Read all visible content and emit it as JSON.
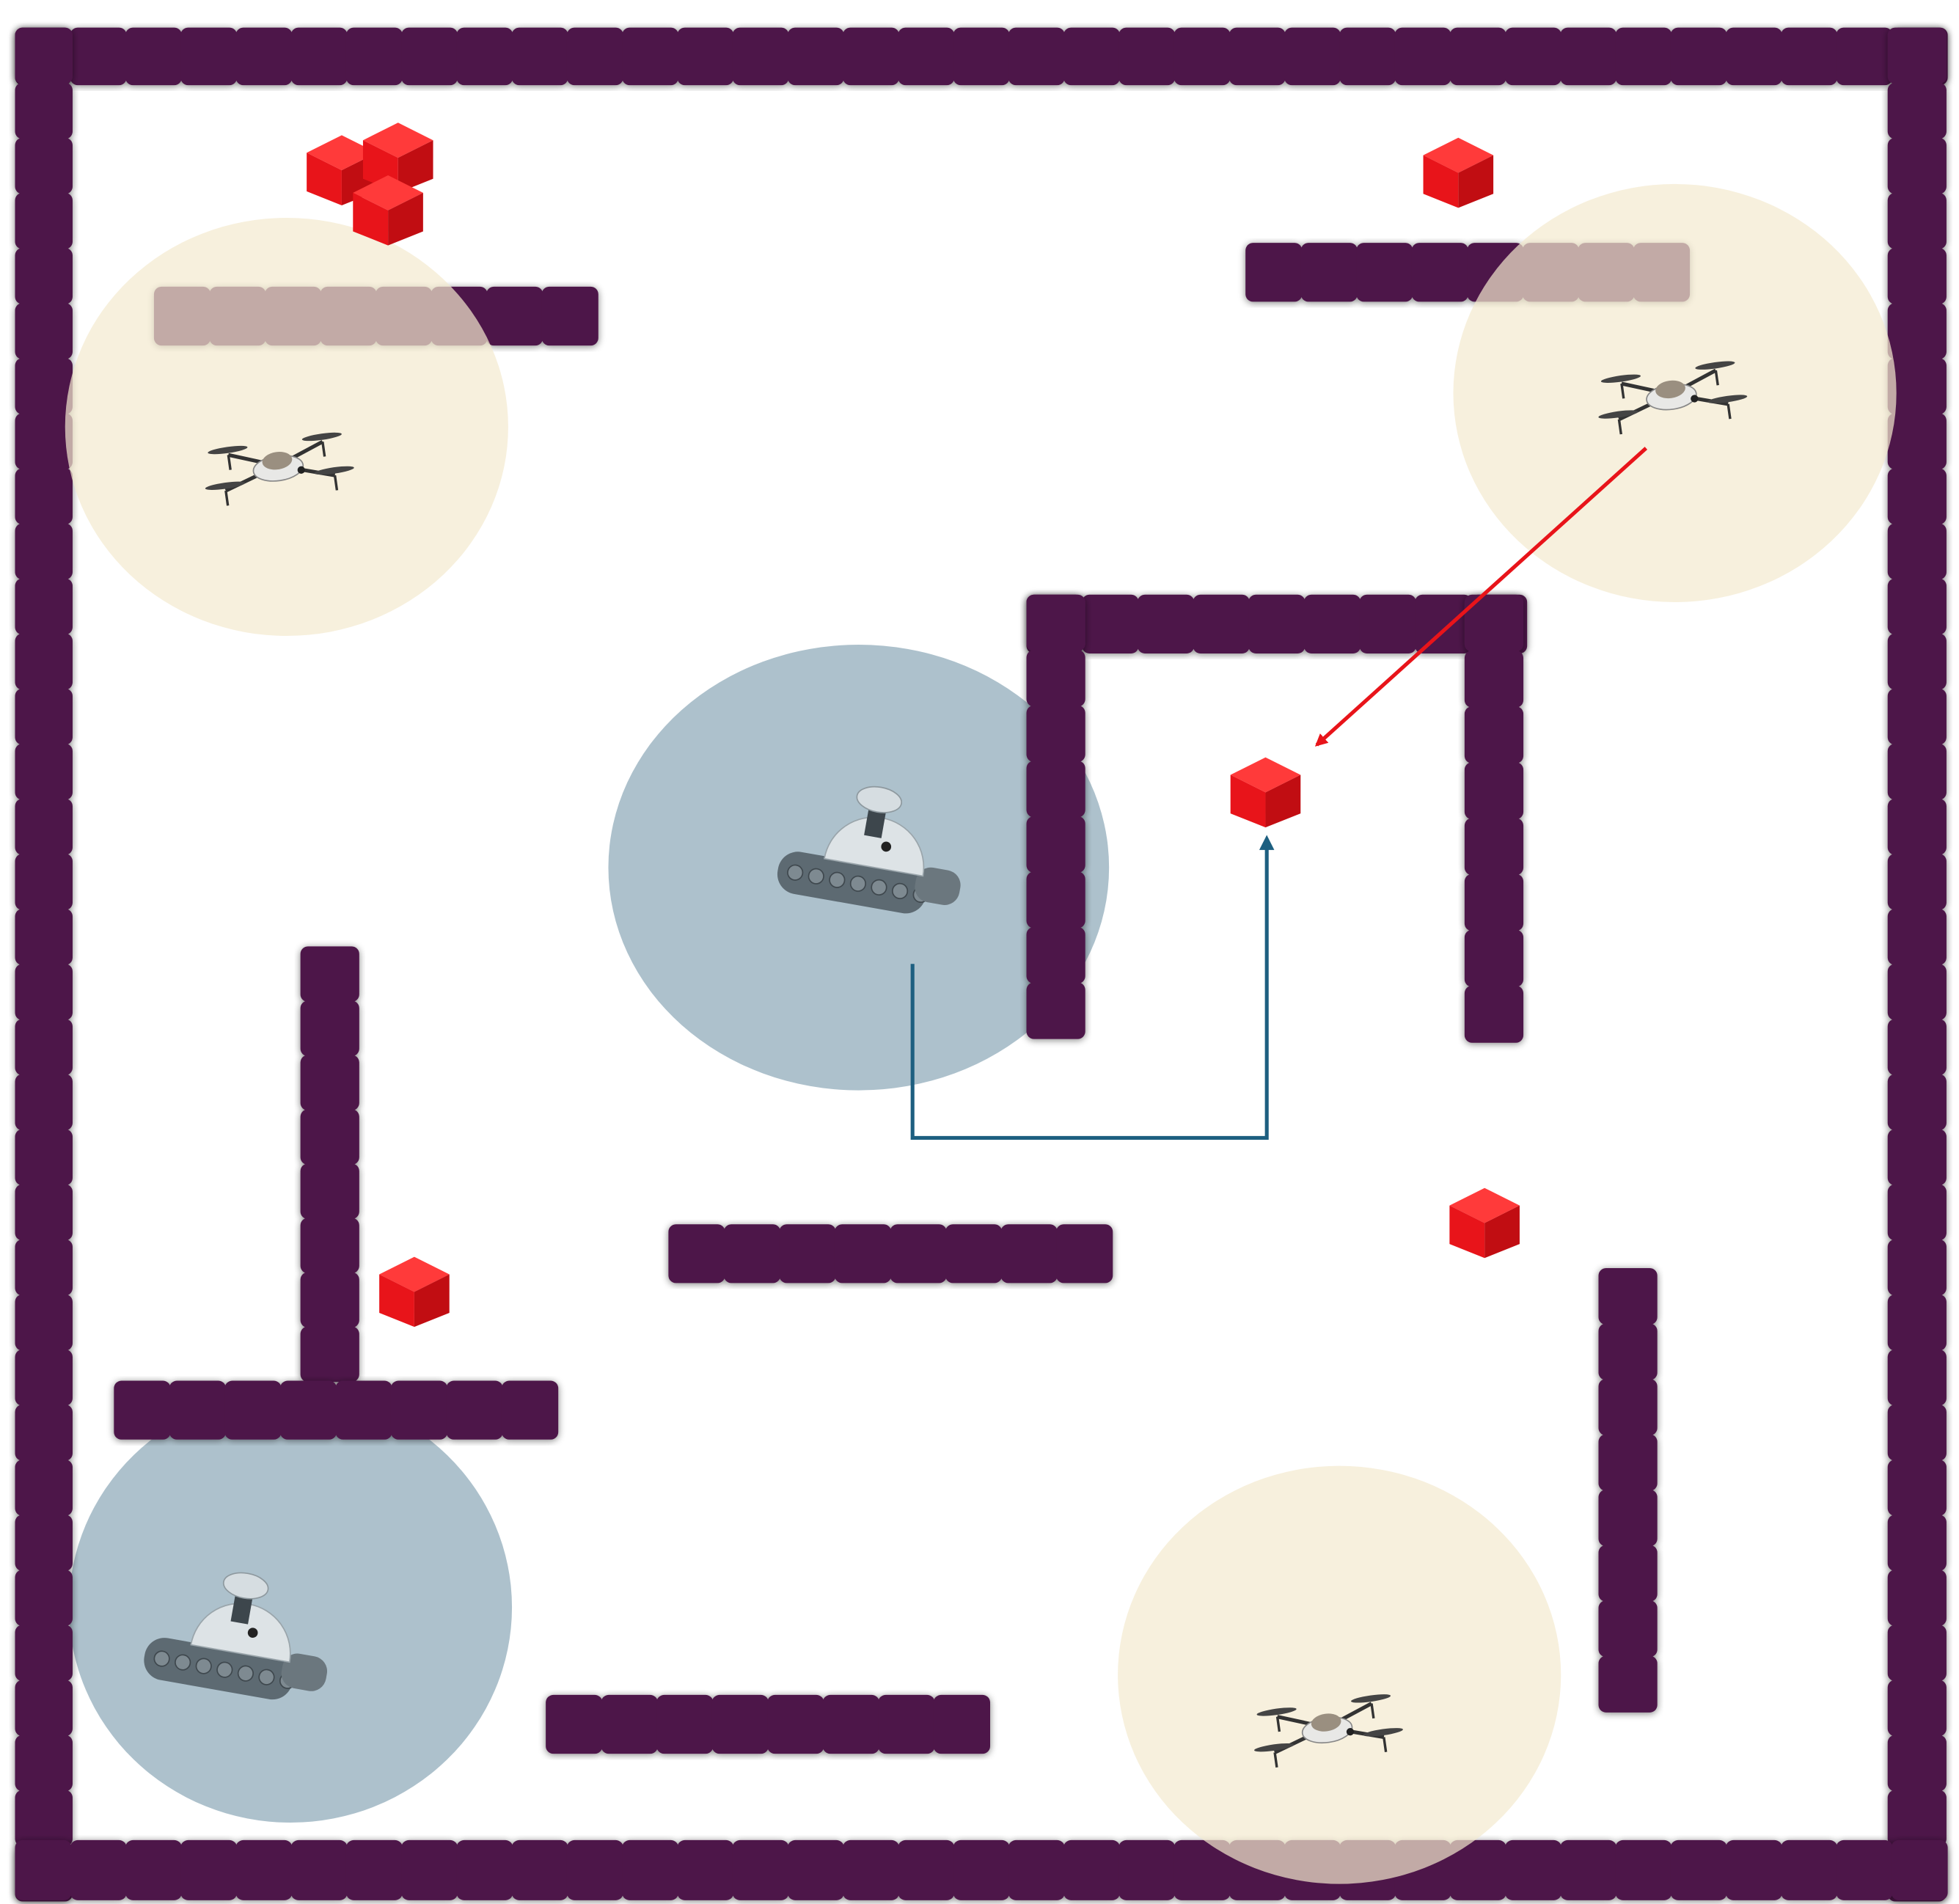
{
  "colors": {
    "background": "#ffffff",
    "wall": "#4e1748",
    "drone_zone": "#f3e9cf",
    "robot_zone": "#9fb6c3",
    "target_cube": "#e8141a",
    "drone_path": "#e8141a",
    "robot_path": "#1d5f80"
  },
  "entities": {
    "drones": [
      "drone-1",
      "drone-2",
      "drone-3"
    ],
    "ground_robots": [
      "robot-1",
      "robot-2"
    ],
    "targets": [
      "target-1",
      "target-2",
      "target-3",
      "target-4",
      "target-5",
      "target-6",
      "target-7"
    ]
  },
  "paths": [
    {
      "from": "drone-2",
      "to": "target-5",
      "style": "straight-arrow"
    },
    {
      "from": "robot-1",
      "to": "target-5",
      "style": "manhattan-arrow"
    }
  ]
}
